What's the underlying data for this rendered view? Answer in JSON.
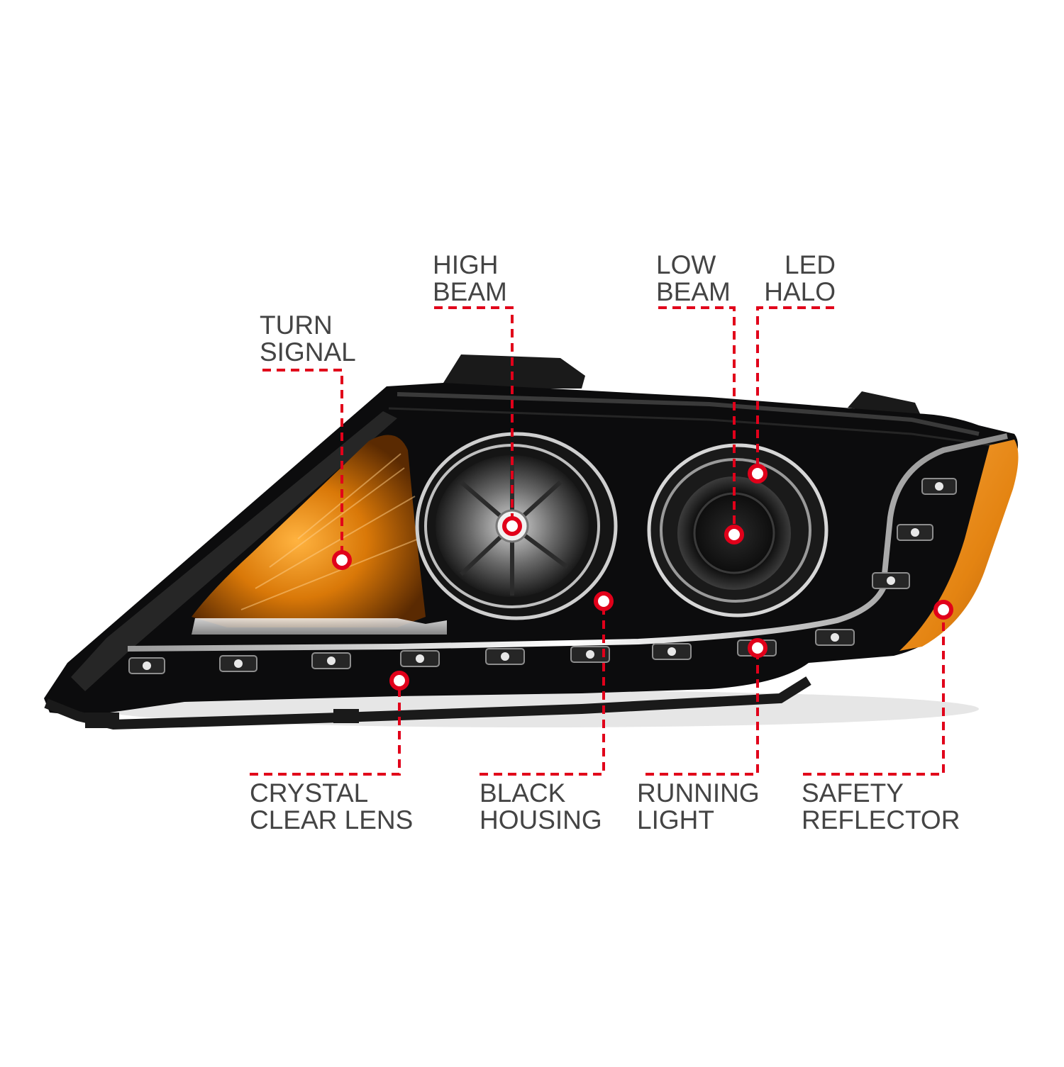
{
  "colors": {
    "callout_red": "#e1001a",
    "label_gray": "#444444",
    "housing_black": "#0c0c0d",
    "amber": "#e9860f"
  },
  "callouts": [
    {
      "id": "turn-signal",
      "lines": [
        "TURN",
        "SIGNAL"
      ]
    },
    {
      "id": "high-beam",
      "lines": [
        "HIGH",
        "BEAM"
      ]
    },
    {
      "id": "low-beam",
      "lines": [
        "LOW",
        "BEAM"
      ]
    },
    {
      "id": "led-halo",
      "lines": [
        "LED",
        "HALO"
      ]
    },
    {
      "id": "crystal-clear-lens",
      "lines": [
        "CRYSTAL",
        "CLEAR LENS"
      ]
    },
    {
      "id": "black-housing",
      "lines": [
        "BLACK",
        "HOUSING"
      ]
    },
    {
      "id": "running-light",
      "lines": [
        "RUNNING",
        "LIGHT"
      ]
    },
    {
      "id": "safety-reflector",
      "lines": [
        "SAFETY",
        "REFLECTOR"
      ]
    }
  ]
}
